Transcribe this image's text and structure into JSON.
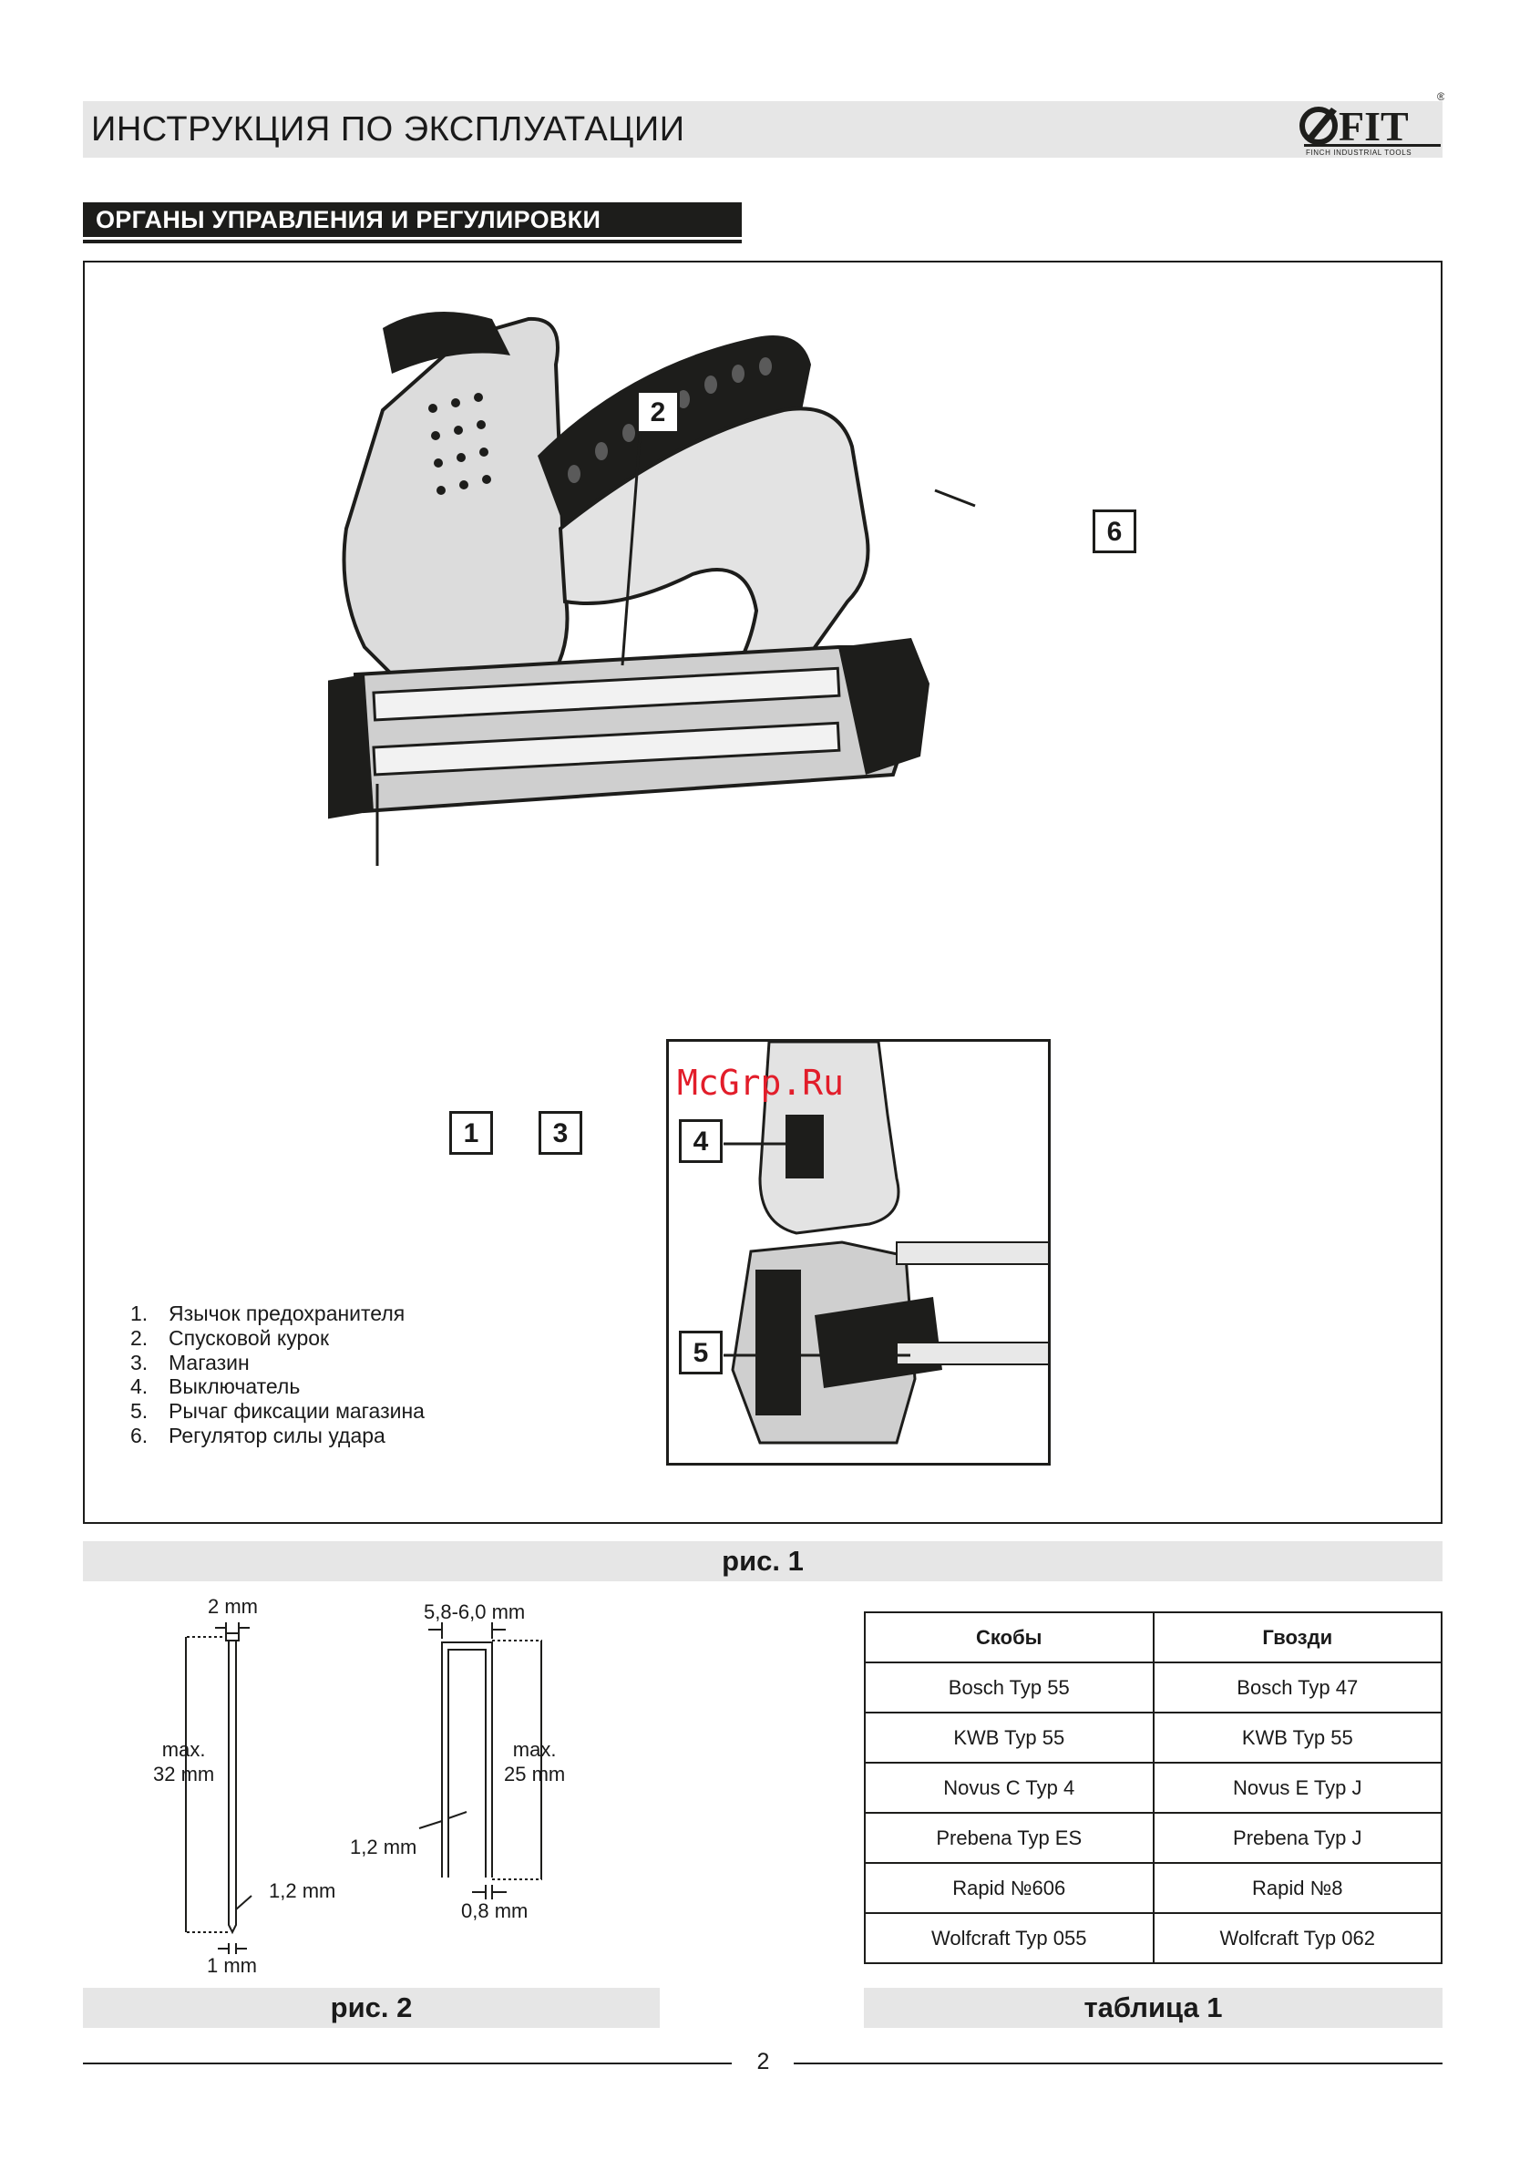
{
  "header": {
    "title": "ИНСТРУКЦИЯ ПО ЭКСПЛУАТАЦИИ",
    "logo_text": "FIT",
    "logo_sub": "FINCH INDUSTRIAL TOOLS",
    "logo_mark": "®"
  },
  "section": {
    "title": "ОРГАНЫ УПРАВЛЕНИЯ И РЕГУЛИРОВКИ"
  },
  "figure1": {
    "callouts": [
      "1",
      "2",
      "3",
      "4",
      "5",
      "6"
    ],
    "watermark": "McGrp.Ru",
    "legend": [
      {
        "num": "1.",
        "text": "Язычок предохранителя"
      },
      {
        "num": "2.",
        "text": "Спусковой курок"
      },
      {
        "num": "3.",
        "text": "Магазин"
      },
      {
        "num": "4.",
        "text": "Выключатель"
      },
      {
        "num": "5.",
        "text": "Рычаг фиксации магазина"
      },
      {
        "num": "6.",
        "text": "Регулятор силы удара"
      }
    ],
    "caption": "рис. 1"
  },
  "figure2": {
    "nail": {
      "head": "2 mm",
      "length": "max.\n32 mm",
      "thickness": "1,2 mm",
      "width": "1 mm"
    },
    "staple": {
      "crown": "5,8-6,0 mm",
      "length": "max.\n25 mm",
      "thickness": "1,2 mm",
      "width": "0,8 mm"
    },
    "caption": "рис. 2"
  },
  "table1": {
    "headers": [
      "Скобы",
      "Гвозди"
    ],
    "rows": [
      [
        "Bosch Typ 55",
        "Bosch Typ 47"
      ],
      [
        "KWB Typ 55",
        "KWB Typ 55"
      ],
      [
        "Novus C Typ 4",
        "Novus E Typ J"
      ],
      [
        "Prebena Typ ES",
        "Prebena Typ J"
      ],
      [
        "Rapid №606",
        "Rapid №8"
      ],
      [
        "Wolfcraft  Typ 055",
        "Wolfcraft  Typ 062"
      ]
    ],
    "caption": "таблица 1"
  },
  "footer": {
    "page": "2"
  }
}
